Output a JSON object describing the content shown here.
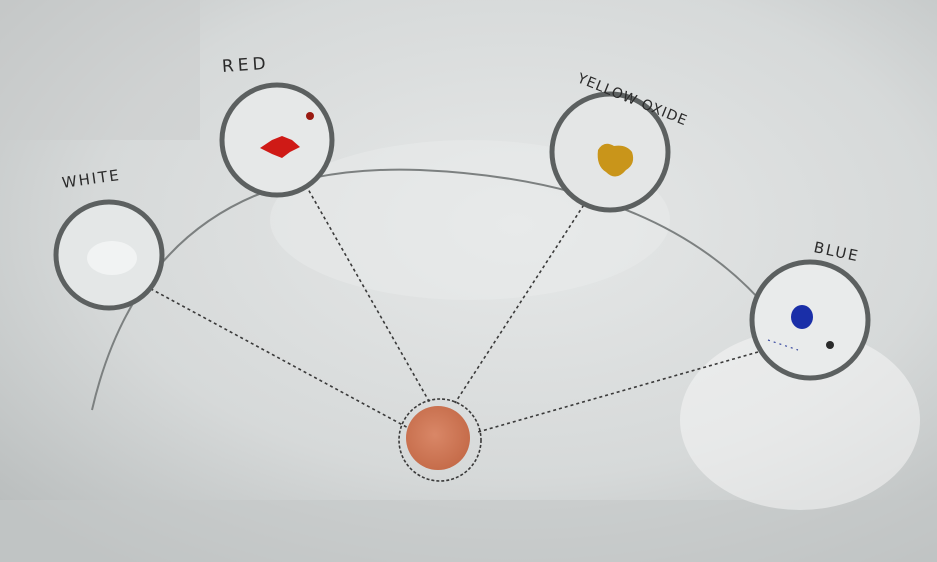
{
  "photo": {
    "description_colors": {
      "background": "#d9dbdb",
      "red": "#cf1a16",
      "yellow_oxide": "#c9951a",
      "blue": "#1a2fa8",
      "white": "#f2f4f4",
      "mix": "#d07755",
      "ink": "#2a2a2a"
    },
    "labels": {
      "white": "WHITE",
      "red": "RED",
      "yellow_oxide": "YELLOW OXIDE",
      "blue": "BLUE"
    }
  }
}
